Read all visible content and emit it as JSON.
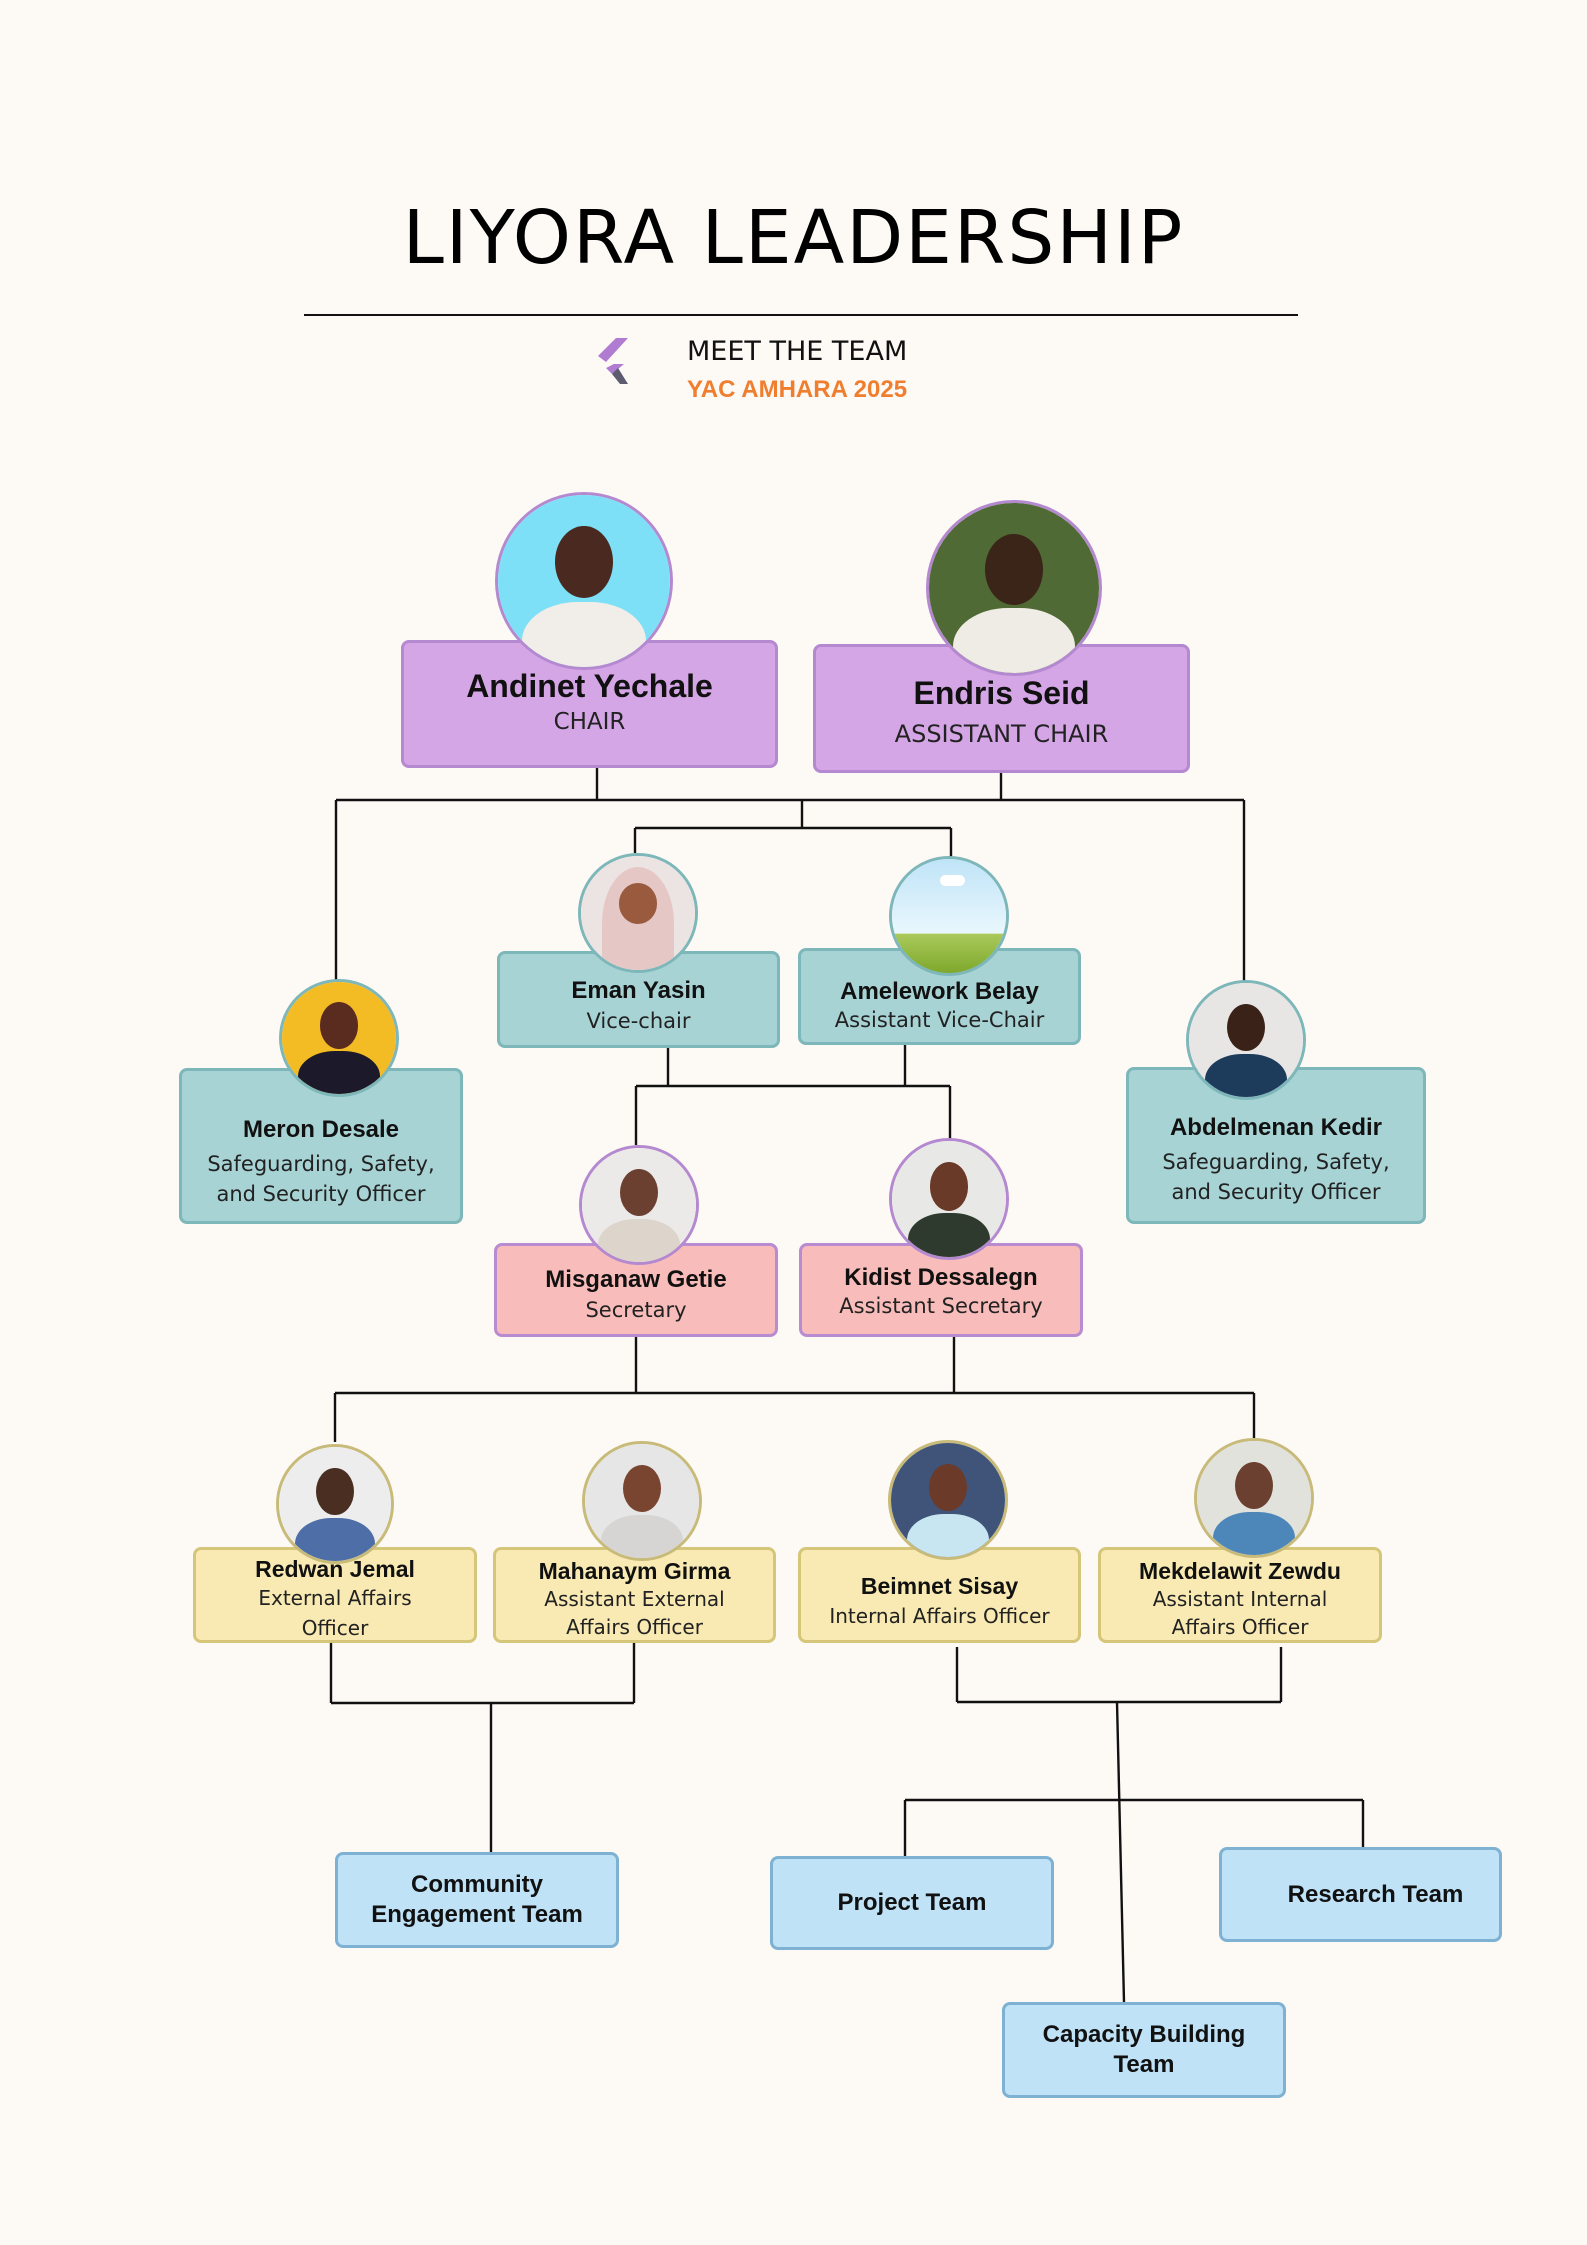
{
  "header": {
    "title": "LIYORA LEADERSHIP",
    "subtitle": "MEET THE TEAM",
    "event": "YAC AMHARA 2025",
    "logo_icon": "chevron-logo-icon",
    "colors": {
      "event": "#ef7e2f",
      "logo_top": "#b07cd1",
      "logo_bottom": "#5c5c6e"
    }
  },
  "leaders": {
    "chair": {
      "name": "Andinet Yechale",
      "role": "CHAIR",
      "photo": "portrait-photo"
    },
    "assistant_chair": {
      "name": "Endris Seid",
      "role": "ASSISTANT CHAIR",
      "photo": "portrait-photo"
    }
  },
  "vice": {
    "vice_chair": {
      "name": "Eman Yasin",
      "role": "Vice-chair",
      "photo": "portrait-photo"
    },
    "assistant_vice_chair": {
      "name": "Amelework Belay",
      "role": "Assistant Vice-Chair",
      "photo": "placeholder-landscape-photo"
    }
  },
  "safety": {
    "left": {
      "name": "Meron Desale",
      "role_line1": "Safeguarding, Safety,",
      "role_line2": "and Security Officer",
      "photo": "portrait-photo"
    },
    "right": {
      "name": "Abdelmenan Kedir",
      "role_line1": "Safeguarding, Safety,",
      "role_line2": "and Security Officer",
      "photo": "portrait-photo"
    }
  },
  "secretaries": {
    "secretary": {
      "name": "Misganaw Getie",
      "role": "Secretary",
      "photo": "portrait-photo"
    },
    "assistant_secretary": {
      "name": "Kidist Dessalegn",
      "role": "Assistant Secretary",
      "photo": "portrait-photo"
    }
  },
  "affairs": [
    {
      "name": "Redwan Jemal",
      "role_line1": "External Affairs",
      "role_line2": "Officer"
    },
    {
      "name": "Mahanaym Girma",
      "role_line1": "Assistant External",
      "role_line2": "Affairs Officer"
    },
    {
      "name": "Beimnet Sisay",
      "role_line1": "Internal Affairs Officer",
      "role_line2": ""
    },
    {
      "name": "Mekdelawit Zewdu",
      "role_line1": "Assistant Internal",
      "role_line2": "Affairs Officer"
    }
  ],
  "teams": {
    "community": {
      "line1": "Community",
      "line2": "Engagement Team"
    },
    "project": {
      "line1": "Project Team"
    },
    "research": {
      "line1": "Research Team"
    },
    "capacity": {
      "line1": "Capacity Building",
      "line2": "Team"
    }
  }
}
